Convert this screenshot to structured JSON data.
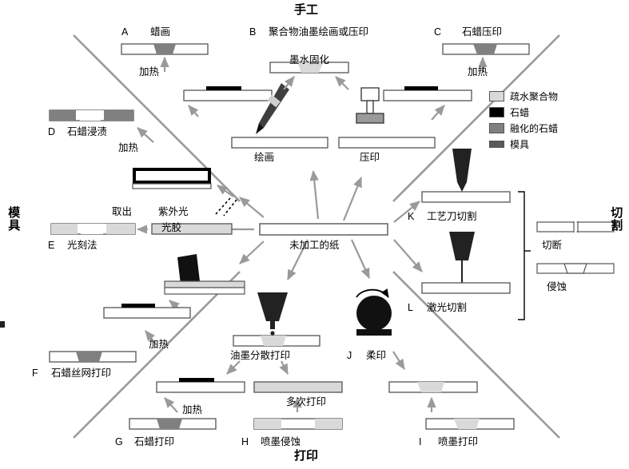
{
  "title": "手工",
  "bottom_title": "打印",
  "left_title": "模具",
  "right_title": "切割",
  "legend": {
    "items": [
      {
        "label": "疏水聚合物",
        "color": "#d9d9d9"
      },
      {
        "label": "石蜡",
        "color": "#000000"
      },
      {
        "label": "融化的石蜡",
        "color": "#808080"
      },
      {
        "label": "模具",
        "color": "#595959"
      }
    ]
  },
  "center": {
    "label": "未加工的纸"
  },
  "processes": [
    {
      "id": "A",
      "label": "蜡画",
      "step": "加热"
    },
    {
      "id": "B",
      "label": "聚合物油墨绘画或压印",
      "step1": "墨水固化",
      "step2": "绘画",
      "step3": "压印"
    },
    {
      "id": "C",
      "label": "石蜡压印",
      "step": "加热"
    },
    {
      "id": "D",
      "label": "石蜡浸渍",
      "step": "加热"
    },
    {
      "id": "E",
      "label": "光刻法",
      "step1": "取出",
      "step2": "紫外光",
      "step3": "光胶"
    },
    {
      "id": "F",
      "label": "石蜡丝网打印",
      "step": "加热"
    },
    {
      "id": "G",
      "label": "石蜡打印",
      "step": "加热"
    },
    {
      "id": "H",
      "label": "喷墨侵蚀",
      "step": "多次打印"
    },
    {
      "id": "I",
      "label": "喷墨打印"
    },
    {
      "id": "J",
      "label": "柔印"
    },
    {
      "id": "K",
      "label": "工艺刀切割",
      "step": "切断"
    },
    {
      "id": "L",
      "label": "激光切割",
      "step": "侵蚀"
    }
  ],
  "colors": {
    "polymer": "#d9d9d9",
    "wax": "#000000",
    "molten_wax": "#808080",
    "mold": "#595959",
    "paper_edge": "#555555",
    "arrow": "#9a9a9a",
    "divider": "#9a9a9a"
  }
}
